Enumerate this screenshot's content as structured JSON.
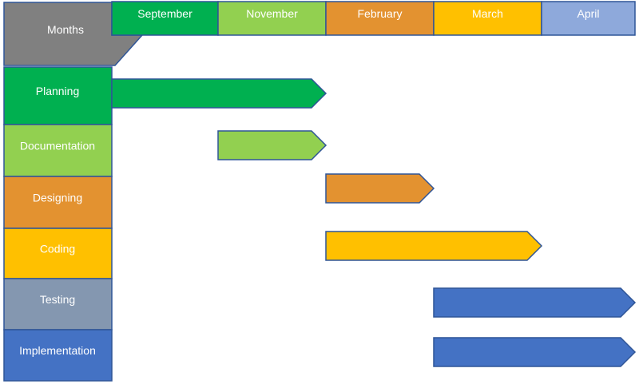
{
  "corner_label": "Months",
  "months": [
    {
      "label": "September",
      "color": "#00B050"
    },
    {
      "label": "November",
      "color": "#92D050"
    },
    {
      "label": "February",
      "color": "#E39230"
    },
    {
      "label": "March",
      "color": "#FFC000"
    },
    {
      "label": "April",
      "color": "#8EA9DB"
    }
  ],
  "tasks": [
    {
      "label": "Planning",
      "color": "#00B050",
      "start": 0,
      "end": 2
    },
    {
      "label": "Documentation",
      "color": "#92D050",
      "start": 1,
      "end": 2
    },
    {
      "label": "Designing",
      "color": "#E39230",
      "start": 2,
      "end": 3
    },
    {
      "label": "Coding",
      "color": "#FFC000",
      "start": 2,
      "end": 4
    },
    {
      "label": "Testing",
      "color": "#8497B0",
      "bar_color": "#4472C4",
      "start": 3,
      "end": 5
    },
    {
      "label": "Implementation",
      "color": "#4472C4",
      "start": 3,
      "end": 5
    }
  ],
  "colors": {
    "corner": "#808080",
    "outline": "#2F5597"
  }
}
